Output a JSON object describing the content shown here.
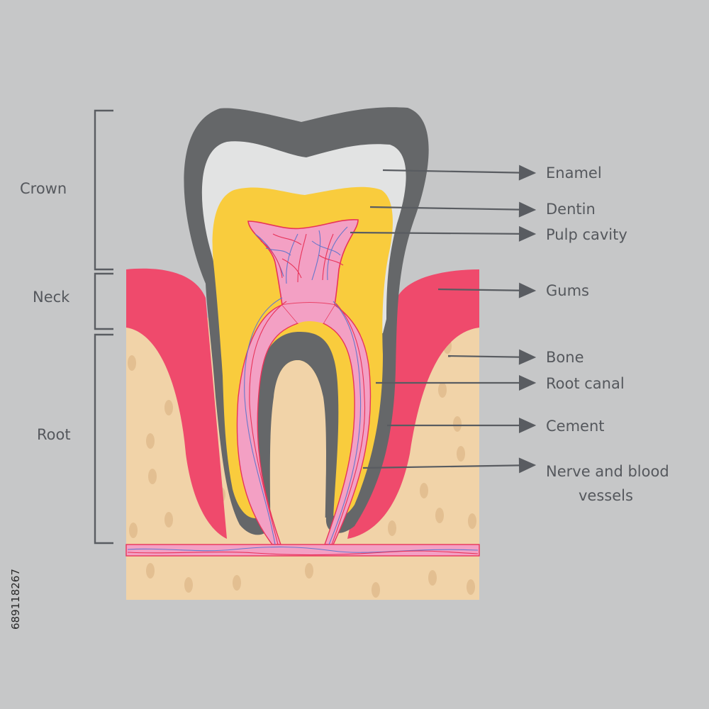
{
  "labels": {
    "enamel": "Enamel",
    "dentin": "Dentin",
    "pulp_cavity": "Pulp cavity",
    "gums": "Gums",
    "bone": "Bone",
    "root_canal": "Root canal",
    "cement": "Cement",
    "nerve_line1": "Nerve and blood",
    "nerve_line2": "vessels"
  },
  "regions": {
    "crown": "Crown",
    "neck": "Neck",
    "root": "Root"
  },
  "stock_id": "689118267",
  "colors": {
    "background": "#c6c7c8",
    "enamel_outer": "#656769",
    "enamel_inner": "#e2e3e3",
    "dentin": "#f9cc3d",
    "pulp": "#f3a0c4",
    "gums": "#ef4a6c",
    "bone": "#f1d3a8",
    "bone_spots": "#e3bf91",
    "vessels_blue": "#6677cc",
    "vessels_red": "#e8345a",
    "text": "#55585d"
  }
}
